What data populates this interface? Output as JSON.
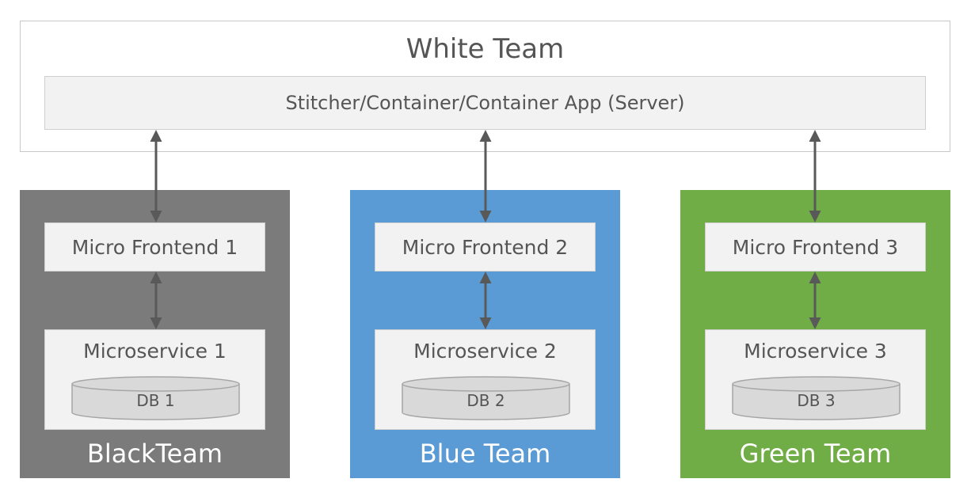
{
  "white_team": {
    "title": "White Team",
    "container_label": "Stitcher/Container/Container App (Server)"
  },
  "teams": [
    {
      "label": "BlackTeam",
      "frontend": "Micro Frontend 1",
      "service": "Microservice 1",
      "db": "DB 1",
      "color": "#7b7b7b"
    },
    {
      "label": "Blue Team",
      "frontend": "Micro Frontend 2",
      "service": "Microservice 2",
      "db": "DB 2",
      "color": "#5b9bd5"
    },
    {
      "label": "Green Team",
      "frontend": "Micro Frontend 3",
      "service": "Microservice 3",
      "db": "DB 3",
      "color": "#70ad47"
    }
  ],
  "colors": {
    "arrow": "#595959",
    "box_fill": "#f2f2f2",
    "db_fill": "#d9d9d9"
  }
}
